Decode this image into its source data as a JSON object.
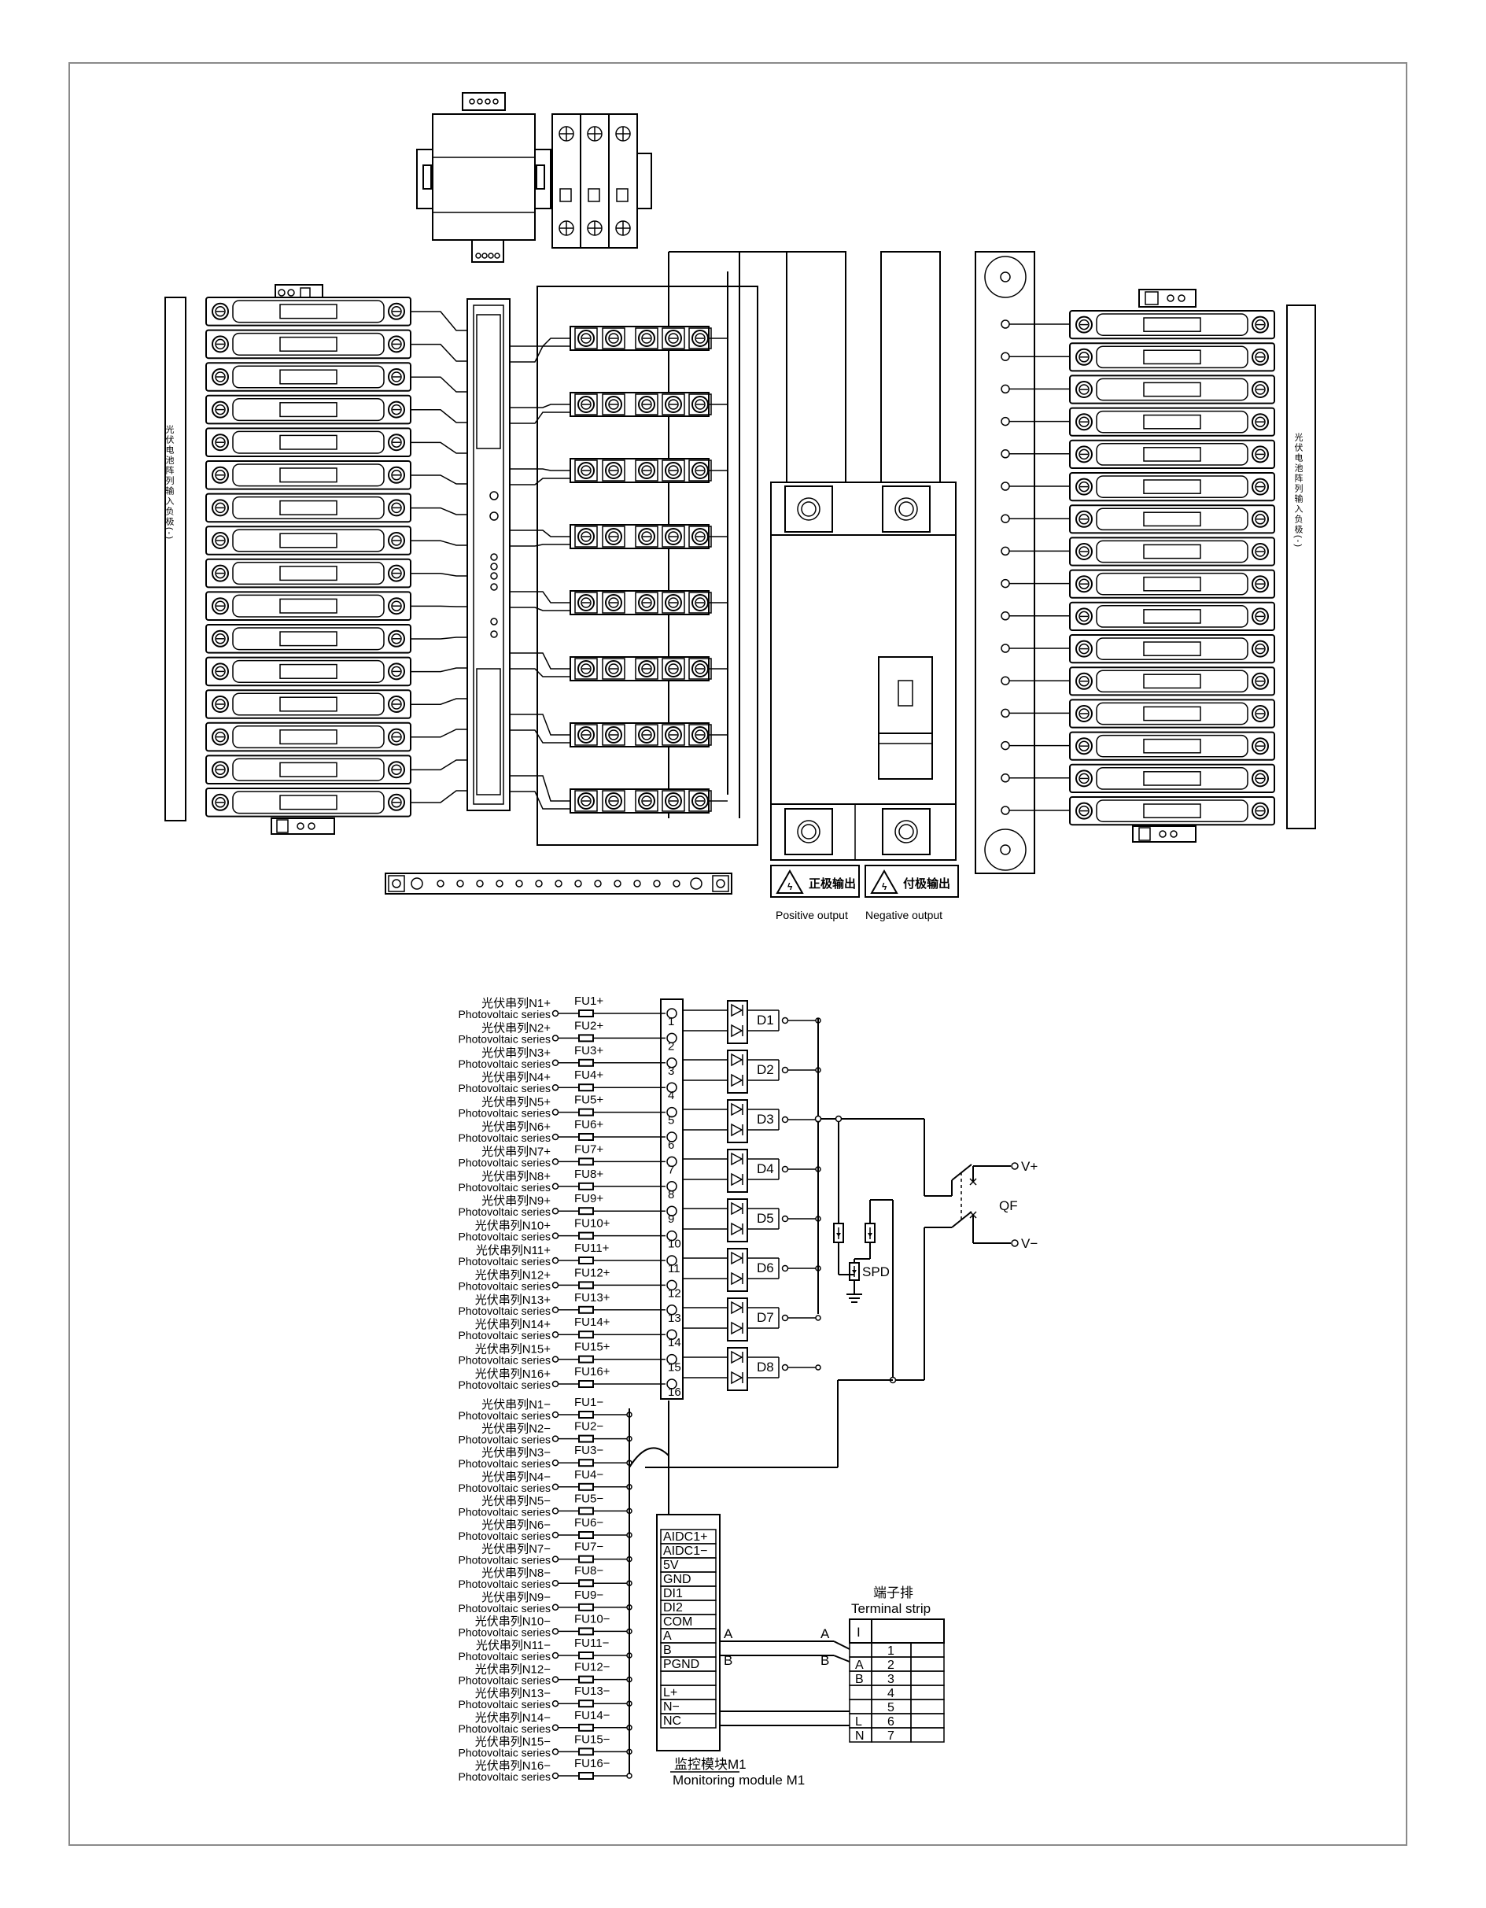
{
  "colors": {
    "stroke": "#000000",
    "paper": "#ffffff",
    "frame": "#8a8a8a"
  },
  "layout_view": {
    "left_panel_label": "光伏电池阵列输入负极(-)",
    "right_panel_label": "光伏电池阵列输入负极(-)",
    "outputs": [
      {
        "cn": "正极输出",
        "en": "Positive output"
      },
      {
        "cn": "付极输出",
        "en": "Negative output"
      }
    ]
  },
  "schematic": {
    "strings_pos": [
      {
        "cn": "光伏串列N1+",
        "en": "Photovoltaic series",
        "fuse": "FU1+",
        "terminal": "1"
      },
      {
        "cn": "光伏串列N2+",
        "en": "Photovoltaic series",
        "fuse": "FU2+",
        "terminal": "2"
      },
      {
        "cn": "光伏串列N3+",
        "en": "Photovoltaic series",
        "fuse": "FU3+",
        "terminal": "3"
      },
      {
        "cn": "光伏串列N4+",
        "en": "Photovoltaic series",
        "fuse": "FU4+",
        "terminal": "4"
      },
      {
        "cn": "光伏串列N5+",
        "en": "Photovoltaic series",
        "fuse": "FU5+",
        "terminal": "5"
      },
      {
        "cn": "光伏串列N6+",
        "en": "Photovoltaic series",
        "fuse": "FU6+",
        "terminal": "6"
      },
      {
        "cn": "光伏串列N7+",
        "en": "Photovoltaic series",
        "fuse": "FU7+",
        "terminal": "7"
      },
      {
        "cn": "光伏串列N8+",
        "en": "Photovoltaic series",
        "fuse": "FU8+",
        "terminal": "8"
      },
      {
        "cn": "光伏串列N9+",
        "en": "Photovoltaic series",
        "fuse": "FU9+",
        "terminal": "9"
      },
      {
        "cn": "光伏串列N10+",
        "en": "Photovoltaic series",
        "fuse": "FU10+",
        "terminal": "10"
      },
      {
        "cn": "光伏串列N11+",
        "en": "Photovoltaic series",
        "fuse": "FU11+",
        "terminal": "11"
      },
      {
        "cn": "光伏串列N12+",
        "en": "Photovoltaic series",
        "fuse": "FU12+",
        "terminal": "12"
      },
      {
        "cn": "光伏串列N13+",
        "en": "Photovoltaic series",
        "fuse": "FU13+",
        "terminal": "13"
      },
      {
        "cn": "光伏串列N14+",
        "en": "Photovoltaic series",
        "fuse": "FU14+",
        "terminal": "14"
      },
      {
        "cn": "光伏串列N15+",
        "en": "Photovoltaic series",
        "fuse": "FU15+",
        "terminal": "15"
      },
      {
        "cn": "光伏串列N16+",
        "en": "Photovoltaic series",
        "fuse": "FU16+",
        "terminal": "16"
      }
    ],
    "strings_neg": [
      {
        "cn": "光伏串列N1−",
        "en": "Photovoltaic series",
        "fuse": "FU1−"
      },
      {
        "cn": "光伏串列N2−",
        "en": "Photovoltaic series",
        "fuse": "FU2−"
      },
      {
        "cn": "光伏串列N3−",
        "en": "Photovoltaic series",
        "fuse": "FU3−"
      },
      {
        "cn": "光伏串列N4−",
        "en": "Photovoltaic series",
        "fuse": "FU4−"
      },
      {
        "cn": "光伏串列N5−",
        "en": "Photovoltaic series",
        "fuse": "FU5−"
      },
      {
        "cn": "光伏串列N6−",
        "en": "Photovoltaic series",
        "fuse": "FU6−"
      },
      {
        "cn": "光伏串列N7−",
        "en": "Photovoltaic series",
        "fuse": "FU7−"
      },
      {
        "cn": "光伏串列N8−",
        "en": "Photovoltaic series",
        "fuse": "FU8−"
      },
      {
        "cn": "光伏串列N9−",
        "en": "Photovoltaic series",
        "fuse": "FU9−"
      },
      {
        "cn": "光伏串列N10−",
        "en": "Photovoltaic series",
        "fuse": "FU10−"
      },
      {
        "cn": "光伏串列N11−",
        "en": "Photovoltaic series",
        "fuse": "FU11−"
      },
      {
        "cn": "光伏串列N12−",
        "en": "Photovoltaic series",
        "fuse": "FU12−"
      },
      {
        "cn": "光伏串列N13−",
        "en": "Photovoltaic series",
        "fuse": "FU13−"
      },
      {
        "cn": "光伏串列N14−",
        "en": "Photovoltaic series",
        "fuse": "FU14−"
      },
      {
        "cn": "光伏串列N15−",
        "en": "Photovoltaic series",
        "fuse": "FU15−"
      },
      {
        "cn": "光伏串列N16−",
        "en": "Photovoltaic series",
        "fuse": "FU16−"
      }
    ],
    "diodes": [
      "D1",
      "D2",
      "D3",
      "D4",
      "D5",
      "D6",
      "D7",
      "D8"
    ],
    "spd_label": "SPD",
    "breaker": {
      "label": "QF",
      "v_plus": "V+",
      "v_minus": "V−"
    },
    "monitor": {
      "pins": [
        "AIDC1+",
        "AIDC1−",
        "5V",
        "GND",
        "DI1",
        "DI2",
        "COM",
        "A",
        "B",
        "PGND",
        "",
        "L+",
        "N−",
        "NC"
      ],
      "title_cn": "监控模块M1",
      "title_en": "Monitoring module M1",
      "wire_a": "A",
      "wire_b": "B"
    },
    "terminal_strip": {
      "title_cn": "端子排",
      "title_en": "Terminal strip",
      "header": "I",
      "rows": [
        {
          "left": "",
          "num": "1"
        },
        {
          "left": "A",
          "num": "2"
        },
        {
          "left": "B",
          "num": "3"
        },
        {
          "left": "",
          "num": "4"
        },
        {
          "left": "",
          "num": "5"
        },
        {
          "left": "L",
          "num": "6"
        },
        {
          "left": "N",
          "num": "7"
        }
      ]
    }
  }
}
